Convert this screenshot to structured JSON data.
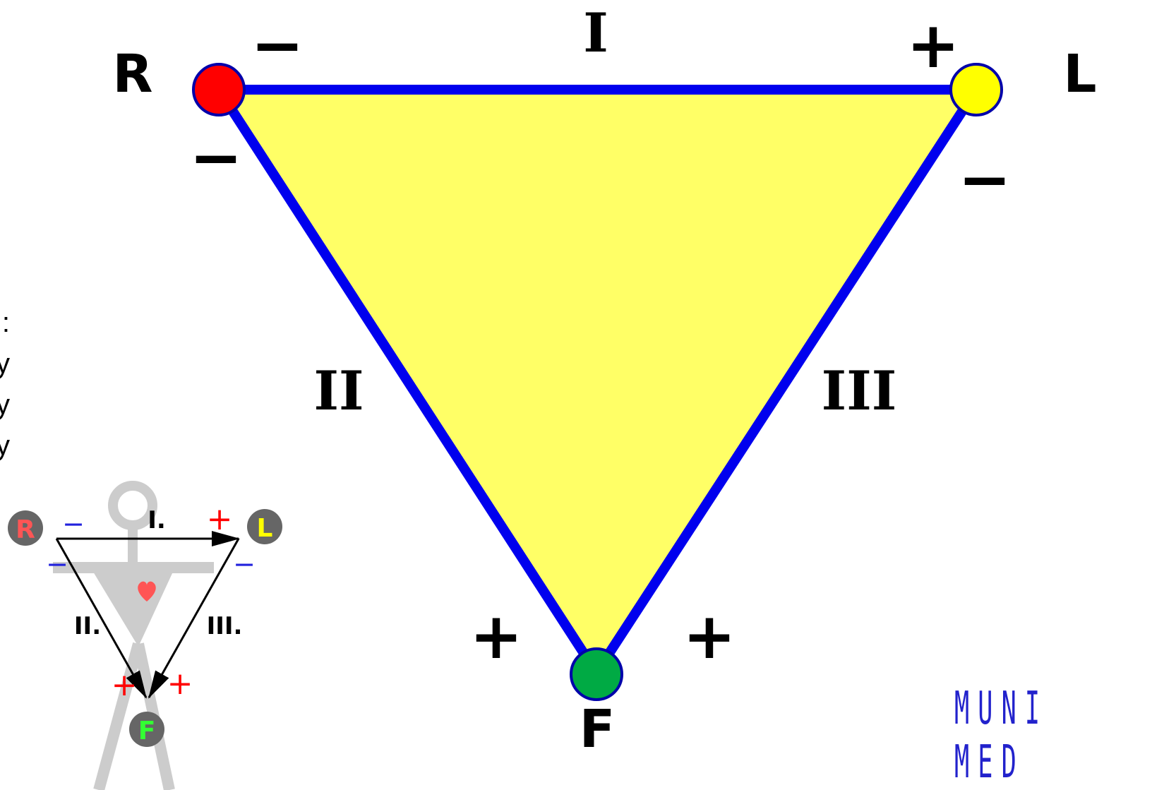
{
  "diagram": {
    "leads": {
      "lead1": "I",
      "lead2": "II",
      "lead3": "III"
    },
    "electrodes": {
      "right_arm": {
        "label": "R",
        "color": "#ff0000"
      },
      "left_arm": {
        "label": "L",
        "color": "#ffff00"
      },
      "foot": {
        "label": "F",
        "color": "#00aa44"
      }
    },
    "polarity": {
      "lead1_r": "−",
      "lead1_l": "+",
      "lead2_r": "−",
      "lead2_f": "+",
      "lead3_l": "−",
      "lead3_f": "+"
    },
    "colors": {
      "triangle_fill": "#ffff66",
      "edge": "#0000ee"
    }
  },
  "figure": {
    "leads": {
      "lead1": "I.",
      "lead2": "II.",
      "lead3": "III."
    },
    "electrodes": {
      "right": "R",
      "left": "L",
      "foot": "F"
    },
    "signs": {
      "minus": "−",
      "plus": "+"
    }
  },
  "left_text": {
    "lines": [
      ":",
      "y",
      "y",
      "y"
    ]
  },
  "logo": {
    "line1": "MUNI",
    "line2": "MED"
  }
}
